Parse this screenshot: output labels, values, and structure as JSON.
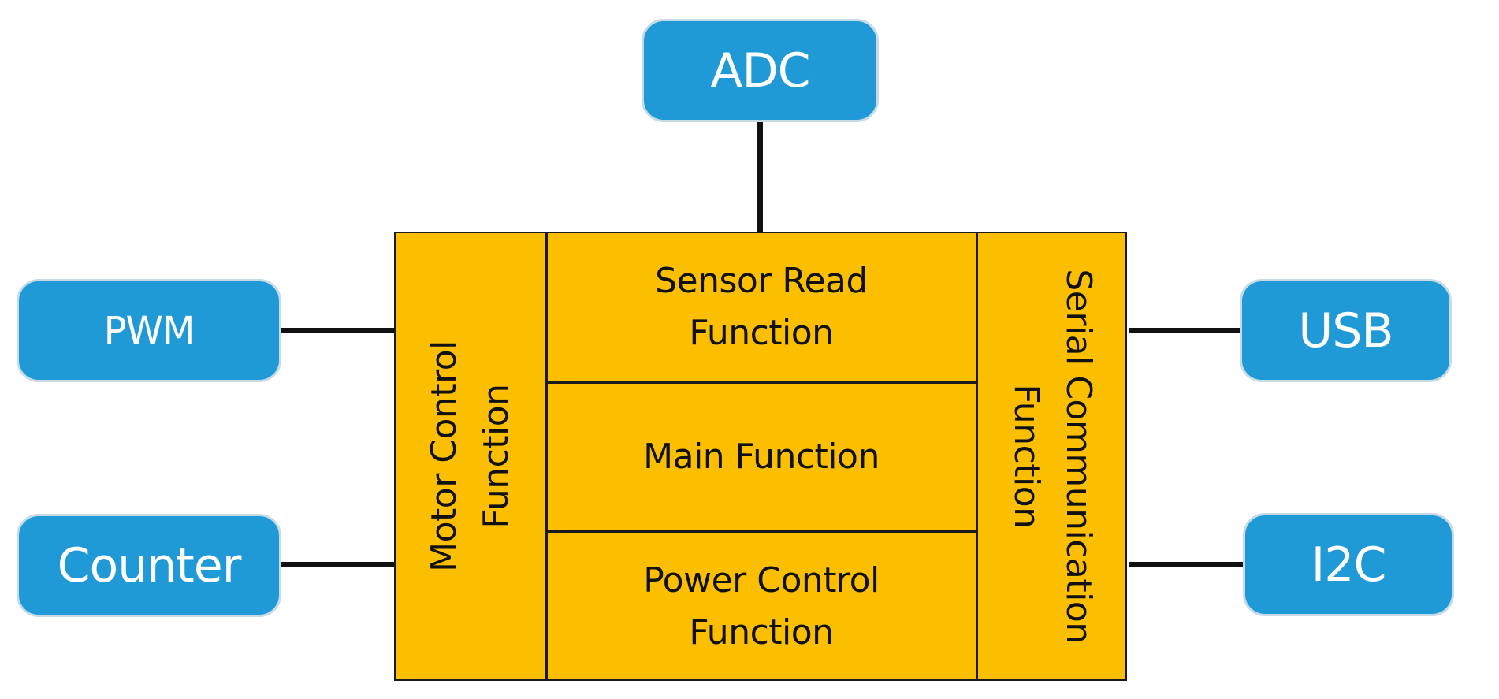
{
  "diagram": {
    "peripherals": {
      "adc": "ADC",
      "pwm": "PWM",
      "counter": "Counter",
      "usb": "USB",
      "i2c": "I2C"
    },
    "functions": {
      "sensor_read": "Sensor Read\nFunction",
      "main": "Main Function",
      "power_control": "Power Control\nFunction",
      "motor_control": "Motor Control\nFunction",
      "serial_communication": "Serial Communication\nFunction"
    },
    "colors": {
      "peripheral_fill": "#1f9ad7",
      "peripheral_border": "#c7dbe6",
      "peripheral_text": "#ffffff",
      "function_fill": "#fcbf00",
      "line": "#111111"
    }
  }
}
